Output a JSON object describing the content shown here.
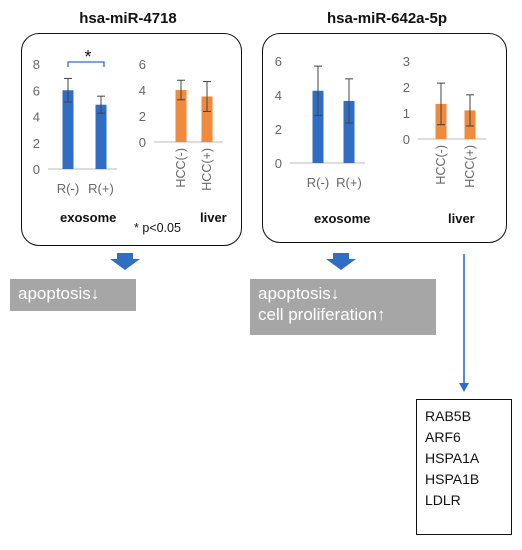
{
  "chart_data": [
    {
      "type": "bar",
      "panel": "hsa-miR-4718 exosome",
      "title": "hsa-miR-4718",
      "categories": [
        "R(-)",
        "R(+)"
      ],
      "values": [
        6.0,
        4.9
      ],
      "errors": [
        0.9,
        0.65
      ],
      "ylim": [
        0,
        8
      ],
      "yticks": [
        "0",
        "2",
        "4",
        "6",
        "8"
      ],
      "color": "#2f6ec4",
      "sublabel": "exosome",
      "significance": "*"
    },
    {
      "type": "bar",
      "panel": "hsa-miR-4718 liver",
      "categories": [
        "HCC(-)",
        "HCC(+)"
      ],
      "values": [
        4.0,
        3.5
      ],
      "errors": [
        0.75,
        1.15
      ],
      "ylim": [
        0,
        6
      ],
      "yticks": [
        "0",
        "2",
        "4",
        "6"
      ],
      "color": "#f08a3c",
      "sublabel": "liver"
    },
    {
      "type": "bar",
      "panel": "hsa-miR-642a-5p exosome",
      "title": "hsa-miR-642a-5p",
      "categories": [
        "R(-)",
        "R(+)"
      ],
      "values": [
        4.25,
        3.65
      ],
      "errors": [
        1.45,
        1.3
      ],
      "ylim": [
        0,
        6
      ],
      "yticks": [
        "0",
        "2",
        "4",
        "6"
      ],
      "color": "#2f6ec4",
      "sublabel": "exosome"
    },
    {
      "type": "bar",
      "panel": "hsa-miR-642a-5p liver",
      "categories": [
        "HCC(-)",
        "HCC(+)"
      ],
      "values": [
        1.35,
        1.1
      ],
      "errors": [
        0.8,
        0.6
      ],
      "ylim": [
        0,
        3
      ],
      "yticks": [
        "0",
        "1",
        "2",
        "3"
      ],
      "color": "#f08a3c",
      "sublabel": "liver"
    }
  ],
  "labels": {
    "title_left": "hsa-miR-4718",
    "title_right": "hsa-miR-642a-5p",
    "exosome": "exosome",
    "liver": "liver",
    "pvalue": "* p<0.05",
    "star": "*"
  },
  "outcomes": {
    "left": [
      "apoptosis↓"
    ],
    "right": [
      "apoptosis↓",
      "cell proliferation↑"
    ]
  },
  "genes": [
    "RAB5B",
    "ARF6",
    "HSPA1A",
    "HSPA1B",
    "LDLR"
  ],
  "colors": {
    "blue": "#2f6ec4",
    "orange": "#f08a3c",
    "arrow": "#2f6ec4",
    "gray": "#a6a6a6"
  }
}
